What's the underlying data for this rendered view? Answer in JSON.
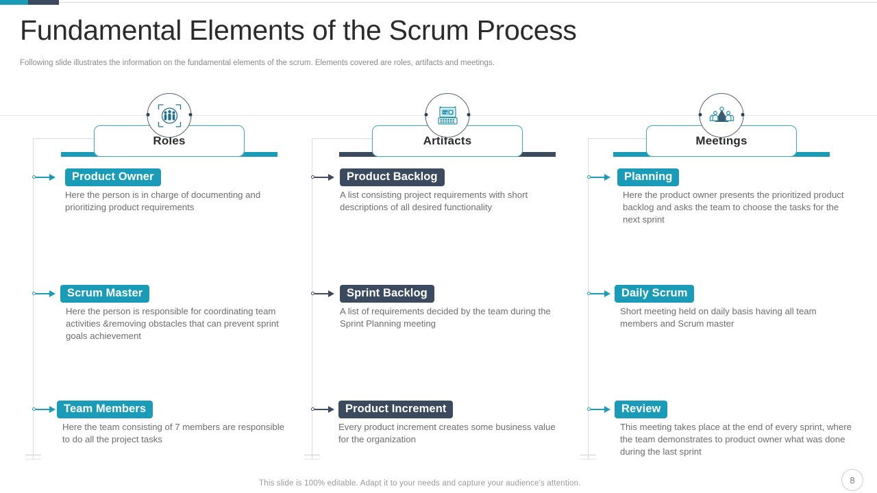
{
  "theme": {
    "teal": "#1a9cb8",
    "teal_dark": "#1891ab",
    "navy": "#3b4a5e",
    "navy_dark": "#35485f",
    "rail_gray": "#dadada",
    "text_dark": "#2b2b2b",
    "text_body": "#6d6d6d"
  },
  "header": {
    "title": "Fundamental Elements of the Scrum Process",
    "subtitle": "Following slide illustrates the information on the fundamental elements of the scrum. Elements covered are roles, artifacts and meetings."
  },
  "columns": [
    {
      "id": "roles",
      "label": "Roles",
      "icon": "people-group-icon",
      "accent": "#1a9cb8",
      "items": [
        {
          "title": "Product Owner",
          "desc": "Here the person is in charge of documenting and prioritizing product requirements"
        },
        {
          "title": "Scrum Master",
          "desc": "Here the person is responsible for coordinating team activities &removing obstacles that can prevent sprint goals achievement"
        },
        {
          "title": "Team Members",
          "desc": "Here the team consisting of 7 members are responsible to do all the project tasks"
        }
      ]
    },
    {
      "id": "artifacts",
      "label": "Artifacts",
      "icon": "computer-terminal-icon",
      "accent": "#3b4a5e",
      "items": [
        {
          "title": "Product Backlog",
          "desc": "A list consisting project requirements with short descriptions of all desired functionality"
        },
        {
          "title": "Sprint Backlog",
          "desc": "A list of requirements decided by the team during the Sprint Planning meeting"
        },
        {
          "title": "Product Increment",
          "desc": " Every product increment creates some business value for the organization"
        }
      ]
    },
    {
      "id": "meetings",
      "label": "Meetings",
      "icon": "meeting-presentation-icon",
      "accent": "#1a9cb8",
      "items": [
        {
          "title": "Planning",
          "desc": "Here the product owner presents the prioritized product backlog and asks the team to choose the tasks for the next sprint"
        },
        {
          "title": "Daily Scrum",
          "desc": "Short meeting held on daily basis having all team members and Scrum master"
        },
        {
          "title": "Review",
          "desc": "This meeting takes place at the end of every sprint, where the team demonstrates to product owner what was done during the last sprint"
        }
      ]
    }
  ],
  "footer": {
    "note": "This slide is 100% editable. Adapt it to your needs and capture your audience's attention.",
    "page_number": "8"
  }
}
